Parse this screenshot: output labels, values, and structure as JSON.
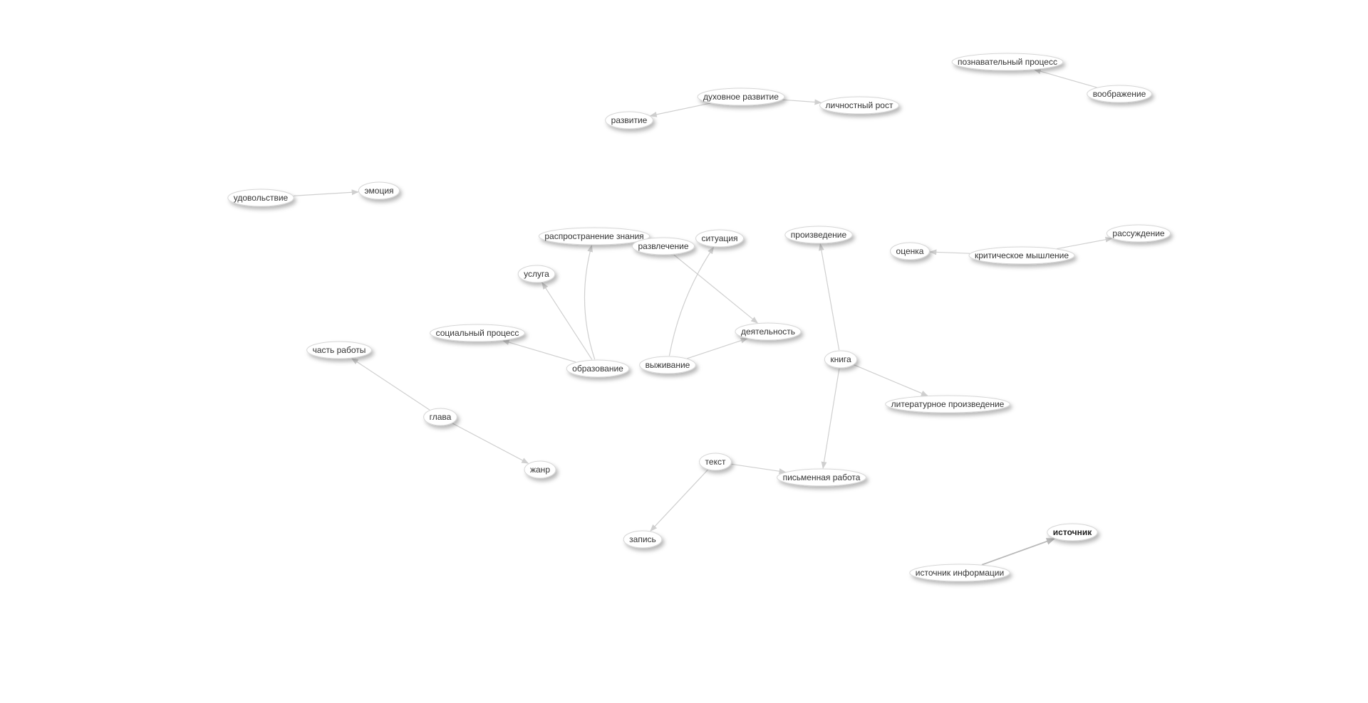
{
  "graph": {
    "colors": {
      "background": "#ffffff",
      "node_fill": "#ffffff",
      "node_stroke": "#d6d6d6",
      "edge": "#cfcfcf",
      "label": "#333333"
    },
    "nodes": [
      {
        "id": "poznavatelny",
        "label": "познавательный процесс"
      },
      {
        "id": "voobrazhenie",
        "label": "воображение"
      },
      {
        "id": "dukhovnoe",
        "label": "духовное развитие"
      },
      {
        "id": "lichnostny",
        "label": "личностный рост"
      },
      {
        "id": "razvitie",
        "label": "развитие"
      },
      {
        "id": "udovolstvie",
        "label": "удовольствие"
      },
      {
        "id": "emotsiya",
        "label": "эмоция"
      },
      {
        "id": "rasprostranenie",
        "label": "распространение знания"
      },
      {
        "id": "razvlechenie",
        "label": "развлечение"
      },
      {
        "id": "situatsiya",
        "label": "ситуация"
      },
      {
        "id": "proizvedenie",
        "label": "произведение"
      },
      {
        "id": "otsenka",
        "label": "оценка"
      },
      {
        "id": "kriticheskoe",
        "label": "критическое мышление"
      },
      {
        "id": "rassuzhdenie",
        "label": "рассуждение"
      },
      {
        "id": "usluga",
        "label": "услуга"
      },
      {
        "id": "sotsialny",
        "label": "социальный процесс"
      },
      {
        "id": "chast",
        "label": "часть работы"
      },
      {
        "id": "deyatelnost",
        "label": "деятельность"
      },
      {
        "id": "obrazovanie",
        "label": "образование"
      },
      {
        "id": "vyzhivanie",
        "label": "выживание"
      },
      {
        "id": "kniga",
        "label": "книга"
      },
      {
        "id": "literaturnoe",
        "label": "литературное произведение"
      },
      {
        "id": "glava",
        "label": "глава"
      },
      {
        "id": "zhanr",
        "label": "жанр"
      },
      {
        "id": "tekst",
        "label": "текст"
      },
      {
        "id": "pismennaya",
        "label": "письменная работа"
      },
      {
        "id": "zapis",
        "label": "запись"
      },
      {
        "id": "istochnik",
        "label": "источник",
        "bold": true
      },
      {
        "id": "istochnik_info",
        "label": "источник информации"
      }
    ],
    "edges": [
      {
        "from": "voobrazhenie",
        "to": "poznavatelny"
      },
      {
        "from": "dukhovnoe",
        "to": "lichnostny"
      },
      {
        "from": "dukhovnoe",
        "to": "razvitie"
      },
      {
        "from": "udovolstvie",
        "to": "emotsiya"
      },
      {
        "from": "kriticheskoe",
        "to": "rassuzhdenie"
      },
      {
        "from": "kriticheskoe",
        "to": "otsenka"
      },
      {
        "from": "obrazovanie",
        "to": "rasprostranenie"
      },
      {
        "from": "obrazovanie",
        "to": "usluga"
      },
      {
        "from": "obrazovanie",
        "to": "sotsialny"
      },
      {
        "from": "razvlechenie",
        "to": "deyatelnost"
      },
      {
        "from": "vyzhivanie",
        "to": "situatsiya"
      },
      {
        "from": "vyzhivanie",
        "to": "deyatelnost"
      },
      {
        "from": "kniga",
        "to": "proizvedenie"
      },
      {
        "from": "kniga",
        "to": "literaturnoe"
      },
      {
        "from": "kniga",
        "to": "pismennaya"
      },
      {
        "from": "glava",
        "to": "chast"
      },
      {
        "from": "glava",
        "to": "zhanr"
      },
      {
        "from": "tekst",
        "to": "pismennaya"
      },
      {
        "from": "tekst",
        "to": "zapis"
      },
      {
        "from": "istochnik_info",
        "to": "istochnik",
        "emph": true
      }
    ]
  }
}
